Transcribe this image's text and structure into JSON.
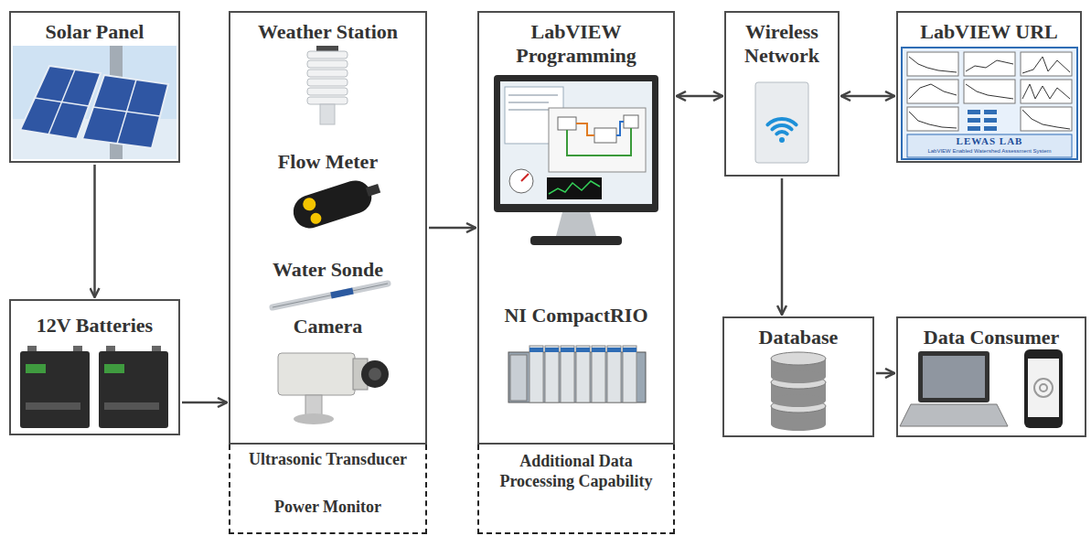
{
  "diagram": {
    "nodes": [
      {
        "text": [
          "Solar Panel"
        ]
      },
      {
        "text": [
          "Weather Station",
          "Flow Meter",
          "Water Sonde",
          "Camera"
        ]
      },
      {
        "text": [
          "LabVIEW Programming",
          "NI CompactRIO"
        ]
      },
      {
        "text": [
          "Wireless Network"
        ]
      },
      {
        "text": [
          "LabVIEW URL"
        ]
      },
      {
        "text": [
          "12V Batteries"
        ]
      },
      {
        "text": [
          "Database"
        ]
      },
      {
        "text": [
          "Data Consumer"
        ]
      },
      {
        "text": [
          "Ultrasonic Transducer",
          "Power Monitor"
        ]
      },
      {
        "text": [
          "Additional Data Processing Capability"
        ]
      }
    ],
    "edges": [
      {
        "from": 0,
        "to": 5,
        "arrow": "to"
      },
      {
        "from": 5,
        "to": 1,
        "arrow": "to"
      },
      {
        "from": 1,
        "to": 2,
        "arrow": "to"
      },
      {
        "from": 2,
        "to": 3,
        "arrow": "both"
      },
      {
        "from": 3,
        "to": 4,
        "arrow": "both"
      },
      {
        "from": 3,
        "to": 6,
        "arrow": "to"
      },
      {
        "from": 6,
        "to": 7,
        "arrow": "to"
      }
    ],
    "labels": [
      "LEWAS LAB",
      "LabVIEW Enabled Watershed Assessment System"
    ]
  }
}
